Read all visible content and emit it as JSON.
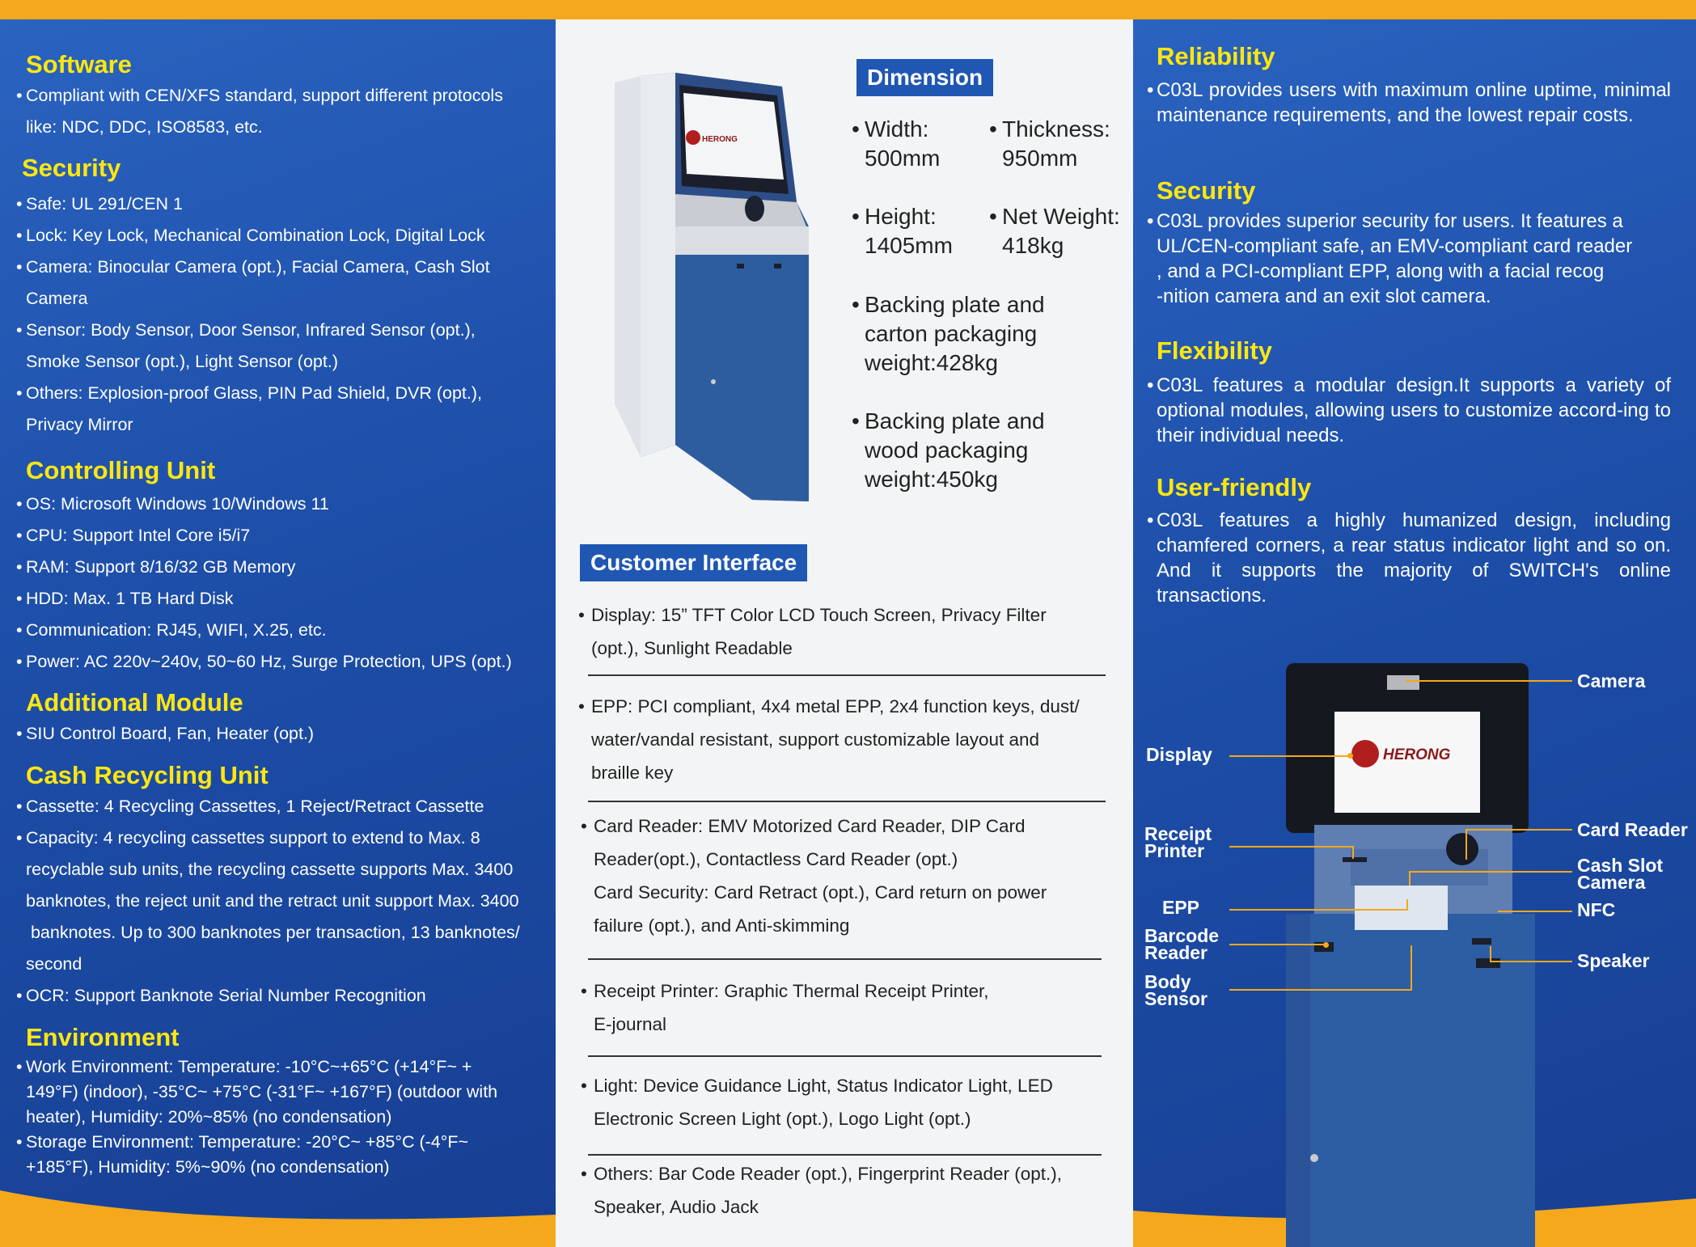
{
  "colors": {
    "brand_blue": "#1f57b3",
    "accent_yellow": "#ffe70f",
    "accent_orange": "#f5a81c"
  },
  "left": {
    "software": {
      "title": "Software",
      "items": [
        "Compliant with CEN/XFS standard, support different protocols",
        "like: NDC, DDC, ISO8583, etc."
      ]
    },
    "security": {
      "title": "Security",
      "items": [
        "Safe: UL 291/CEN 1",
        "Lock: Key Lock, Mechanical Combination Lock, Digital Lock",
        "Camera: Binocular Camera (opt.), Facial Camera, Cash Slot",
        "Camera",
        "Sensor: Body Sensor, Door Sensor, Infrared Sensor (opt.),",
        "Smoke Sensor (opt.), Light Sensor (opt.)",
        "Others: Explosion-proof Glass, PIN Pad Shield, DVR (opt.),",
        "Privacy Mirror"
      ]
    },
    "controlling": {
      "title": "Controlling Unit",
      "items": [
        "OS: Microsoft Windows 10/Windows 11",
        "CPU: Support Intel Core i5/i7",
        "RAM: Support 8/16/32 GB Memory",
        "HDD: Max. 1 TB Hard Disk",
        "Communication: RJ45, WIFI, X.25, etc.",
        "Power: AC 220v~240v, 50~60 Hz, Surge Protection, UPS (opt.)"
      ]
    },
    "additional": {
      "title": "Additional Module",
      "items": [
        "SIU Control Board, Fan, Heater (opt.)"
      ]
    },
    "cash": {
      "title": "Cash Recycling Unit",
      "items": [
        "Cassette: 4 Recycling Cassettes, 1 Reject/Retract Cassette",
        "Capacity: 4 recycling cassettes support to extend to Max. 8",
        "recyclable sub units, the recycling cassette supports Max. 3400",
        "banknotes, the reject unit and the retract unit support Max. 3400",
        " banknotes. Up to 300 banknotes per transaction, 13 banknotes/",
        "second",
        "OCR: Support Banknote Serial Number Recognition"
      ]
    },
    "environment": {
      "title": "Environment",
      "items": [
        "Work Environment: Temperature: -10°C~+65°C (+14°F~ +",
        "149°F) (indoor), -35°C~ +75°C (-31°F~ +167°F) (outdoor with",
        "heater), Humidity: 20%~85% (no condensation)",
        "Storage Environment: Temperature: -20°C~ +85°C (-4°F~",
        "+185°F), Humidity: 5%~90% (no condensation)"
      ]
    }
  },
  "middle": {
    "logo_text": "HERONG",
    "dimension": {
      "title": "Dimension",
      "width": [
        "Width:",
        "500mm"
      ],
      "thickness": [
        "Thickness:",
        "950mm"
      ],
      "height": [
        "Height:",
        "1405mm"
      ],
      "net_weight": [
        "Net Weight:",
        "418kg"
      ],
      "carton": [
        "Backing plate and",
        "carton packaging",
        "weight:428kg"
      ],
      "wood": [
        "Backing plate and",
        "wood packaging",
        "weight:450kg"
      ]
    },
    "customer_interface": {
      "title": "Customer Interface",
      "display": [
        "Display: 15” TFT Color LCD Touch Screen, Privacy Filter",
        "(opt.), Sunlight Readable"
      ],
      "epp": [
        "EPP: PCI compliant, 4x4 metal EPP, 2x4 function keys, dust/",
        "water/vandal resistant, support customizable layout and",
        "braille key"
      ],
      "card": [
        "Card Reader: EMV Motorized Card Reader, DIP Card",
        "Reader(opt.), Contactless Card Reader (opt.)",
        "Card Security: Card Retract (opt.), Card return on power",
        "failure (opt.), and Anti-skimming"
      ],
      "receipt": [
        "Receipt Printer: Graphic Thermal Receipt Printer,",
        "E-journal"
      ],
      "light": [
        "Light: Device Guidance Light, Status Indicator Light, LED",
        "Electronic Screen Light (opt.), Logo Light (opt.)"
      ],
      "others": [
        "Others: Bar Code Reader (opt.), Fingerprint Reader (opt.),",
        "Speaker, Audio Jack"
      ]
    }
  },
  "right": {
    "reliability": {
      "title": "Reliability",
      "text": "C03L provides users with maximum online uptime, minimal maintenance requirements, and the lowest repair costs."
    },
    "security": {
      "title": "Security",
      "lines": [
        "C03L provides superior security for users. It features a",
        "UL/CEN-compliant safe, an EMV-compliant card reader",
        ", and a PCI-compliant EPP, along with a facial recog",
        "-nition camera and an exit slot camera."
      ]
    },
    "flexibility": {
      "title": "Flexibility",
      "text": "C03L features a modular design.It supports a variety of optional modules, allowing users to customize accord-ing to their individual needs."
    },
    "userfriendly": {
      "title": "User-friendly",
      "text": "C03L features a highly humanized design, including chamfered corners, a rear status indicator light and so on. And it supports the majority of SWITCH's online transactions."
    },
    "callouts": {
      "camera": "Camera",
      "display": "Display",
      "receipt": [
        "Receipt",
        "Printer"
      ],
      "card_reader": "Card Reader",
      "cash_slot": [
        "Cash Slot",
        "Camera"
      ],
      "epp": "EPP",
      "nfc": "NFC",
      "barcode": [
        "Barcode",
        "Reader"
      ],
      "speaker": "Speaker",
      "body": [
        "Body",
        "Sensor"
      ]
    }
  }
}
